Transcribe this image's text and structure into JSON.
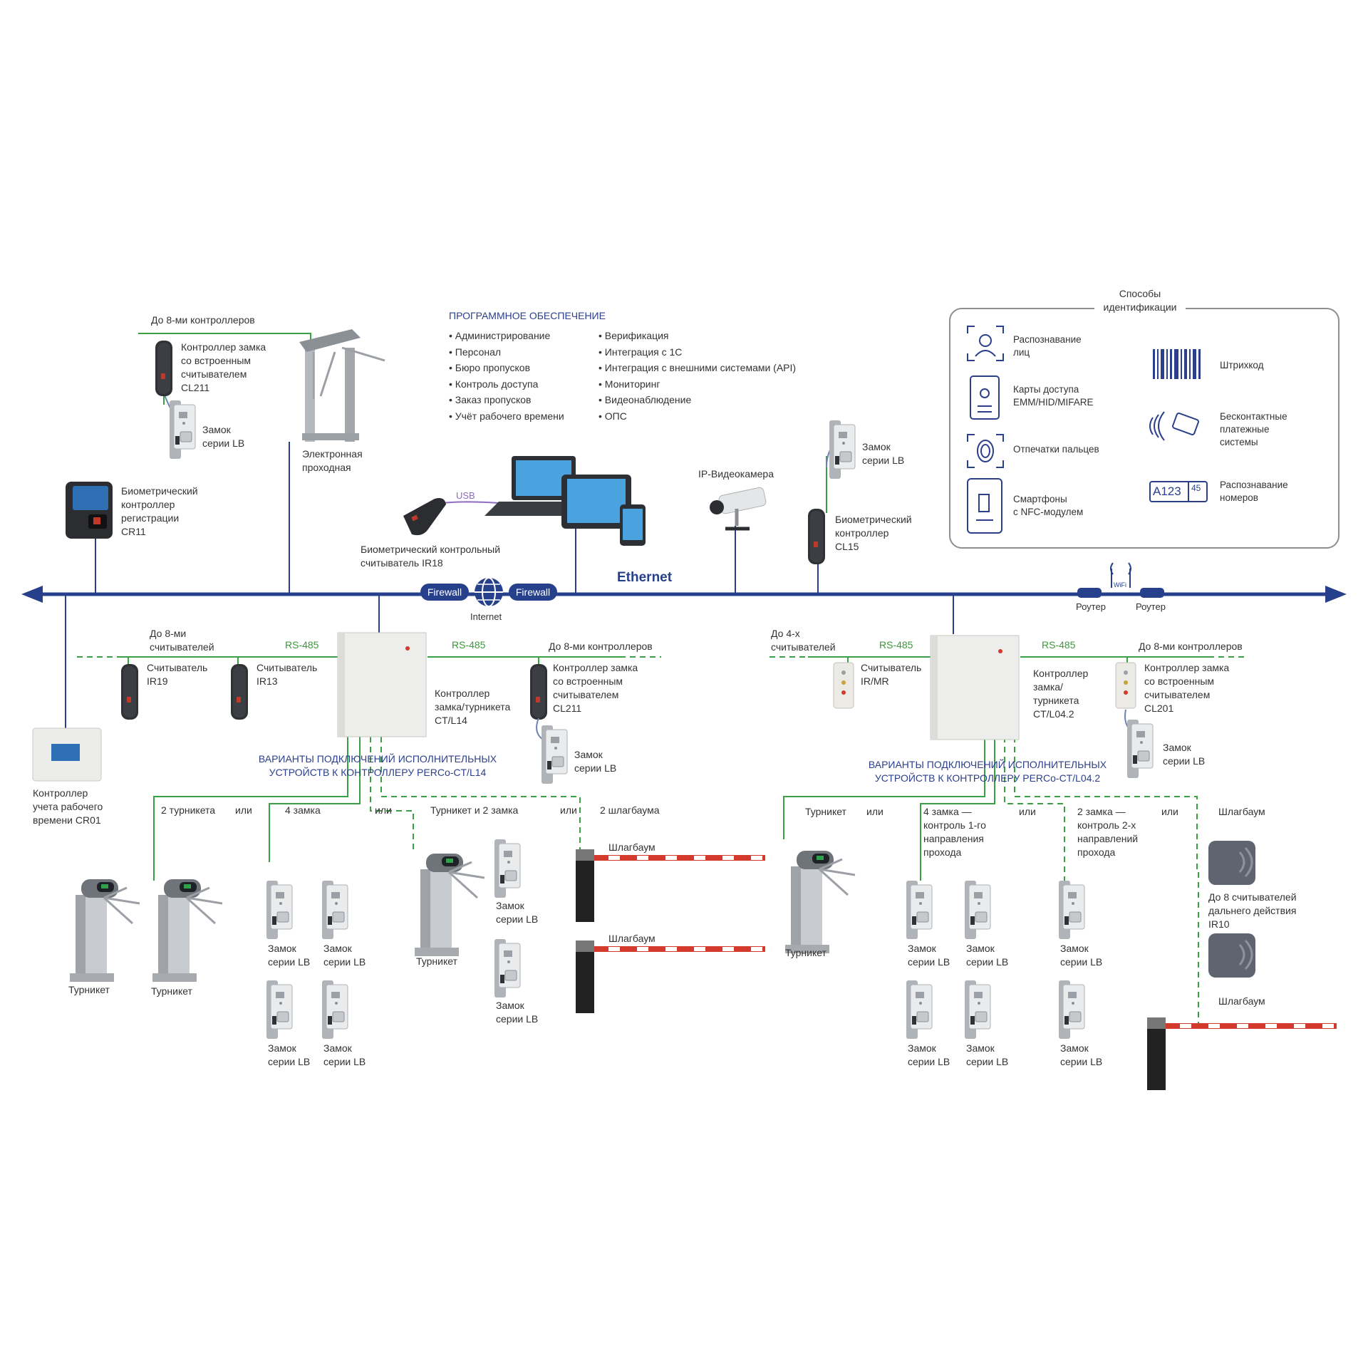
{
  "software": {
    "title": "ПРОГРАММНОЕ ОБЕСПЕЧЕНИЕ",
    "col1": [
      "• Администрирование",
      "• Персонал",
      "• Бюро пропусков",
      "• Контроль доступа",
      "• Заказ пропусков",
      "• Учёт рабочего времени"
    ],
    "col2": [
      "• Верификация",
      "• Интеграция с 1С",
      "• Интеграция с внешними системами (API)",
      "• Мониторинг",
      "• Видеонаблюдение",
      "• ОПС"
    ]
  },
  "identification": {
    "title": "Способы\nидентификации",
    "items": {
      "face": "Распознавание\nлиц",
      "cards": "Карты доступа\nEMM/HID/MIFARE",
      "fingerprint": "Отпечатки пальцев",
      "smartphone": "Смартфоны\nс NFC-модулем",
      "barcode": "Штрихкод",
      "contactless": "Бесконтактные\nплатежные\nсистемы",
      "plates": "Распознавание\nномеров"
    },
    "plate_text": "A123",
    "plate_region": "45"
  },
  "network": {
    "ethernet": "Ethernet",
    "firewall": "Firewall",
    "internet": "Internet",
    "usb": "USB",
    "wifi": "WiFi",
    "router": "Роутер"
  },
  "top": {
    "upto8": "До 8-ми контроллеров",
    "cl211": "Контроллер замка\nсо встроенным\nсчитывателем\nCL211",
    "lock": "Замок\nсерии LB",
    "turnstile_gate": "Электронная\nпроходная",
    "cr11": "Биометрический\nконтроллер\nрегистрации\nCR11",
    "ir18": "Биометрический контрольный\nсчитыватель IR18",
    "camera": "IP-Видеокамера",
    "cl15": "Биометрический\nконтроллер\nCL15"
  },
  "left": {
    "upto8_readers": "До 8-ми\nсчитывателей",
    "rs485": "RS-485",
    "ir19": "Считыватель\nIR19",
    "ir13": "Считыватель\nIR13",
    "ctl14": "Контроллер\nзамка/турникета\nCT/L14",
    "upto8": "До 8-ми контроллеров",
    "cl211": "Контроллер замка\nсо встроенным\nсчитывателем\nCL211",
    "lock": "Замок\nсерии LB",
    "cr01": "Контроллер\nучета рабочего\nвремени CR01",
    "variants": "ВАРИАНТЫ ПОДКЛЮЧЕНИЙ ИСПОЛНИТЕЛЬНЫХ\nУСТРОЙСТВ К КОНТРОЛЛЕРУ PERCo-CT/L14",
    "opt_2turn": "2 турникета",
    "or": "или",
    "opt_4locks": "4 замка",
    "opt_turn2locks": "Турникет и 2 замка",
    "opt_2barriers": "2 шлагбаума",
    "turnstile": "Турникет",
    "barrier": "Шлагбаум"
  },
  "right": {
    "upto4_readers": "До 4-х\nсчитывателей",
    "rs485": "RS-485",
    "irmr": "Считыватель\nIR/MR",
    "ctl042": "Контроллер\nзамка/\nтурникета\nCT/L04.2",
    "upto8": "До 8-ми контроллеров",
    "cl201": "Контроллер замка\nсо встроенным\nсчитывателем\nCL201",
    "lock": "Замок\nсерии LB",
    "variants": "ВАРИАНТЫ ПОДКЛЮЧЕНИЙ ИСПОЛНИТЕЛЬНЫХ\nУСТРОЙСТВ К КОНТРОЛЛЕРУ PERCo-CT/L04.2",
    "opt_turn": "Турникет",
    "or": "или",
    "opt_4locks": "4 замка —\nконтроль 1-го\nнаправления\nпрохода",
    "opt_2locks": "2 замка —\nконтроль 2-х\nнаправлений\nпрохода",
    "opt_barrier": "Шлагбаум",
    "turnstile": "Турникет",
    "ir10": "До 8 считывателей\nдальнего действия\nIR10",
    "barrier": "Шлагбаум"
  },
  "colors": {
    "bus": "#27408b",
    "green": "#3aa043",
    "blue": "#2c3f8a",
    "red": "#d33a2c"
  }
}
